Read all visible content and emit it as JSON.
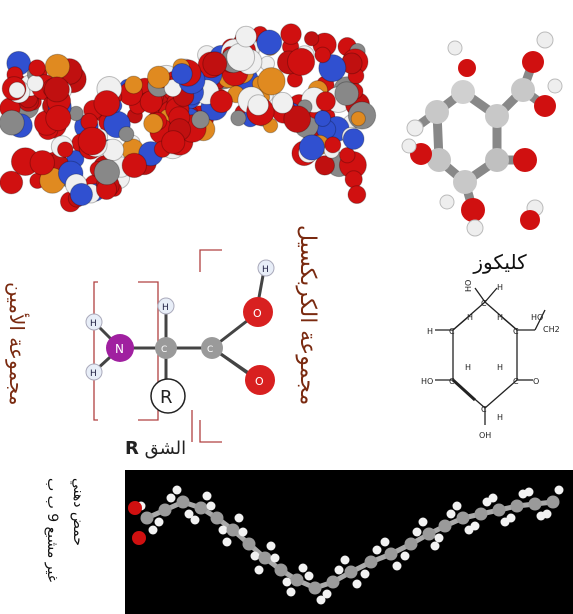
{
  "dna": {
    "icon": "dna-space-filling-model"
  },
  "glucose": {
    "icon": "glucose-ball-and-stick-model",
    "label": "كليكوز",
    "formula": {
      "ho_top_left": "HO",
      "h_top": "H",
      "ho_top_right": "HO",
      "ch2": "CH2",
      "c": "C",
      "h": "H",
      "o": "O",
      "oh": "OH",
      "ho": "HO"
    }
  },
  "amino_acid": {
    "carboxyl_label": "مجموعة الكربكسيل",
    "amine_label": "مجموعة الأمين",
    "r_group_label": "الشق",
    "r_group_letter": "R",
    "atoms": {
      "n": "N",
      "c": "C",
      "o": "O",
      "h": "H",
      "r": "R"
    }
  },
  "fatty_acid": {
    "icon": "fatty-acid-ball-and-stick-model",
    "label_line1": "حمض دهني",
    "label_line2": "غير مشبع 9 ب ب"
  },
  "colors": {
    "oxygen": "#d01010",
    "hydrogen": "#f4f4f4",
    "carbon": "#7a7a7a",
    "nitrogen": "#3050d0",
    "phosphorus": "#e08a20",
    "bracket": "#b04040"
  }
}
